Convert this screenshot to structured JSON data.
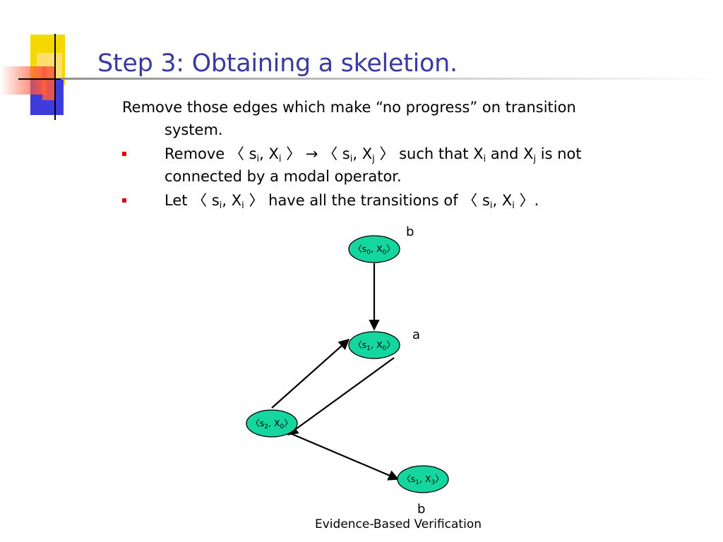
{
  "slide": {
    "title": "Step 3: Obtaining a skeletion.",
    "footer": "Evidence-Based Verification",
    "colors": {
      "title": "#3a3aa0",
      "node_fill": "#16d6a0",
      "bullet": "#e00000",
      "deco_yellow": "#f5d800",
      "deco_blue": "#3d3bdc",
      "deco_red": "#ff5a3c"
    }
  },
  "body": {
    "intro": "Remove those edges which make “no progress” on transition system.",
    "bullets": [
      {
        "parts": [
          {
            "t": "Remove 〈 s"
          },
          {
            "sub": "i"
          },
          {
            "t": ", X"
          },
          {
            "sub": "i"
          },
          {
            "t": " 〉 → 〈 s"
          },
          {
            "sub": "i"
          },
          {
            "t": ", X"
          },
          {
            "sub": "j"
          },
          {
            "t": " 〉 such that X"
          },
          {
            "sub": "i"
          },
          {
            "t": " and X"
          },
          {
            "sub": "j"
          },
          {
            "t": " is not connected by a modal operator."
          }
        ]
      },
      {
        "parts": [
          {
            "t": "Let 〈 s"
          },
          {
            "sub": "i"
          },
          {
            "t": ", X"
          },
          {
            "sub": "i"
          },
          {
            "t": " 〉 have all the transitions of 〈 s"
          },
          {
            "sub": "i"
          },
          {
            "t": ", X"
          },
          {
            "sub": "i"
          },
          {
            "t": " 〉."
          }
        ]
      }
    ]
  },
  "graph": {
    "nodes": [
      {
        "id": "n0",
        "state": "s",
        "state_sub": "0",
        "prop": "X",
        "prop_sub": "0",
        "label": "b"
      },
      {
        "id": "n1",
        "state": "s",
        "state_sub": "1",
        "prop": "X",
        "prop_sub": "0",
        "label": "a"
      },
      {
        "id": "n2",
        "state": "s",
        "state_sub": "2",
        "prop": "X",
        "prop_sub": "0",
        "label": ""
      },
      {
        "id": "n3",
        "state": "s",
        "state_sub": "1",
        "prop": "X",
        "prop_sub": "3",
        "label": "b"
      }
    ],
    "edges": [
      {
        "from": "n0",
        "to": "n1"
      },
      {
        "from": "n2",
        "to": "n1"
      },
      {
        "from": "n1",
        "to": "n2"
      },
      {
        "from": "n2",
        "to": "n3"
      }
    ]
  }
}
